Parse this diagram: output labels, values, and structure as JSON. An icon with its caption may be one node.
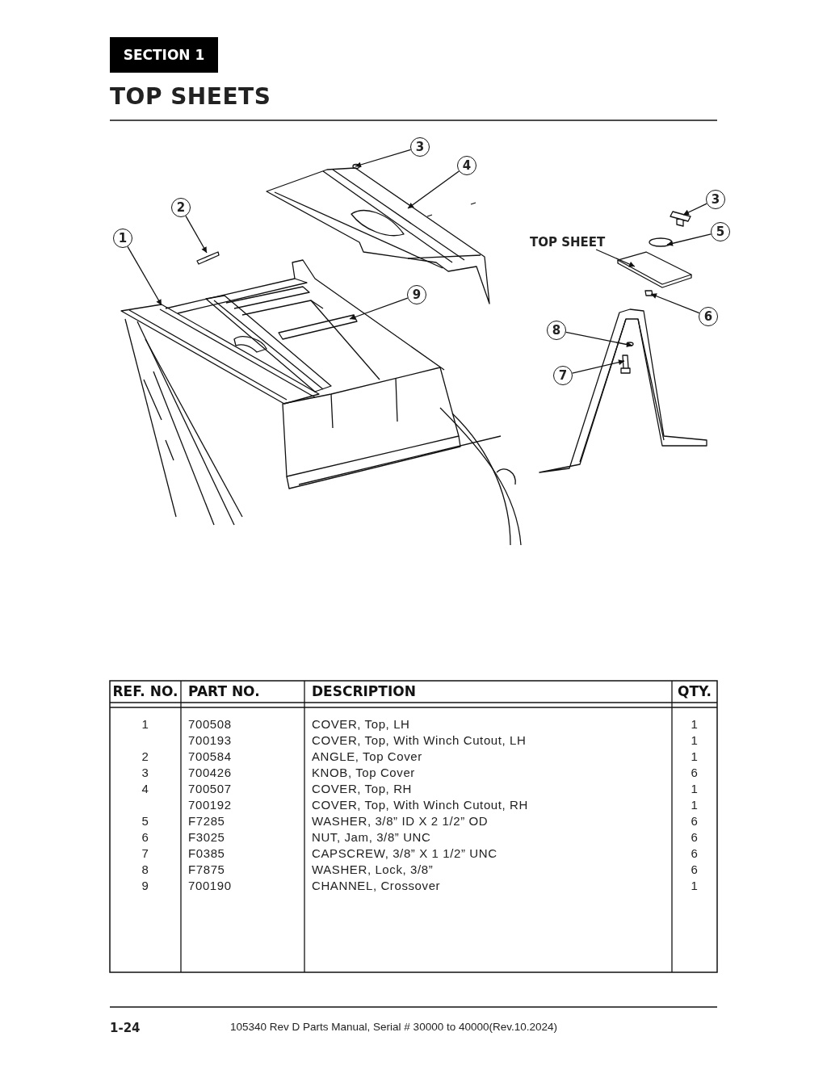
{
  "diagram": {
    "title": "TOP SHEETS",
    "nodes": [
      {
        "text": [
          "3"
        ]
      },
      {
        "text": [
          "4"
        ]
      },
      {
        "text": [
          "3"
        ]
      },
      {
        "text": [
          "2"
        ]
      },
      {
        "text": [
          "5"
        ]
      },
      {
        "text": [
          "1"
        ]
      },
      {
        "text": [
          "TOP SHEET"
        ]
      },
      {
        "text": [
          "9"
        ]
      },
      {
        "text": [
          "6"
        ]
      },
      {
        "text": [
          "8"
        ]
      },
      {
        "text": [
          "7"
        ]
      }
    ],
    "edges": [
      {
        "from": 0,
        "to": null,
        "arrow": "to"
      },
      {
        "from": 1,
        "to": null,
        "arrow": "to"
      },
      {
        "from": 2,
        "to": null,
        "arrow": "to"
      },
      {
        "from": 3,
        "to": null,
        "arrow": "to"
      },
      {
        "from": 4,
        "to": null,
        "arrow": "to"
      },
      {
        "from": 5,
        "to": null,
        "arrow": "to"
      },
      {
        "from": 6,
        "to": null,
        "arrow": "to"
      },
      {
        "from": 7,
        "to": null,
        "arrow": "to"
      },
      {
        "from": 8,
        "to": null,
        "arrow": "to"
      },
      {
        "from": 9,
        "to": null,
        "arrow": "to"
      },
      {
        "from": 10,
        "to": null,
        "arrow": "to"
      }
    ],
    "labels": [
      "SECTION 1",
      "REF. NO.",
      "PART NO.",
      "DESCRIPTION",
      "QTY.",
      "1",
      "700508",
      "COVER, Top, LH",
      "1",
      "700193",
      "COVER, Top, With Winch Cutout, LH",
      "1",
      "2",
      "700584",
      "ANGLE, Top Cover",
      "1",
      "3",
      "700426",
      "KNOB, Top Cover",
      "6",
      "4",
      "700507",
      "COVER, Top, RH",
      "1",
      "700192",
      "COVER, Top, With Winch Cutout, RH",
      "1",
      "5",
      "F7285",
      "WASHER, 3/8” ID X 2 1/2” OD",
      "6",
      "6",
      "F3025",
      "NUT, Jam, 3/8” UNC",
      "6",
      "7",
      "F0385",
      "CAPSCREW, 3/8” X 1 1/2” UNC",
      "6",
      "8",
      "F7875",
      "WASHER, Lock, 3/8”",
      "6",
      "9",
      "700190",
      "CHANNEL, Crossover",
      "1",
      "1-24",
      "105340 Rev D Parts Manual, Serial # 30000 to 40000(Rev.10.2024)"
    ]
  }
}
